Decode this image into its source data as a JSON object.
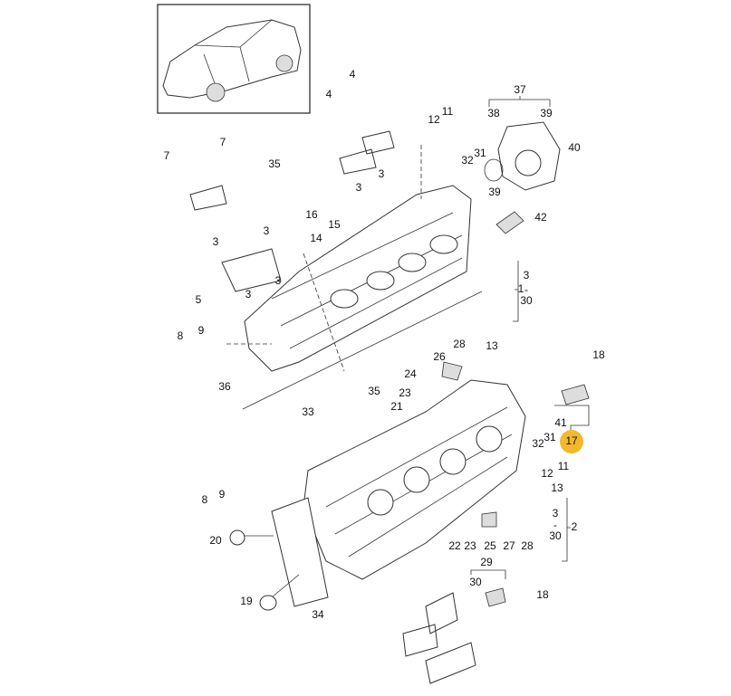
{
  "diagram": {
    "title": "Cylinder head parts diagram",
    "highlight_color": "#f2b92c",
    "highlighted_label": "17",
    "callouts": [
      "37",
      "38",
      "39",
      "11",
      "12",
      "4",
      "4",
      "7",
      "7",
      "35",
      "40",
      "31",
      "32",
      "3",
      "3",
      "39",
      "16",
      "15",
      "42",
      "3",
      "14",
      "3",
      "3",
      "3",
      "5",
      "3",
      "-",
      "30",
      "1",
      "9",
      "8",
      "36",
      "28",
      "13",
      "26",
      "24",
      "23",
      "21",
      "35",
      "33",
      "18",
      "41",
      "17",
      "32",
      "31",
      "12",
      "11",
      "13",
      "9",
      "8",
      "20",
      "22",
      "23",
      "25",
      "27",
      "28",
      "3",
      "-",
      "30",
      "2",
      "29",
      "30",
      "18",
      "19",
      "34"
    ]
  }
}
